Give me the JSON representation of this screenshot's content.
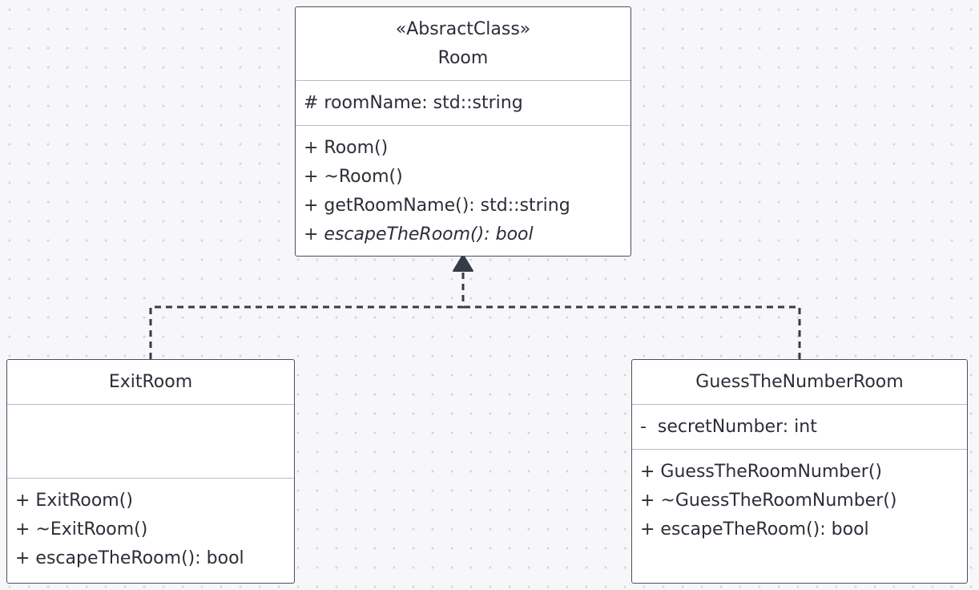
{
  "diagram": {
    "classes": [
      {
        "id": "room",
        "stereotype": "«AbsractClass»",
        "name": "Room",
        "attributes": [
          "# roomName: std::string"
        ],
        "operations": [
          {
            "text": "+ Room()",
            "italic": false
          },
          {
            "text": "+ ~Room()",
            "italic": false
          },
          {
            "text": "+ getRoomName(): std::string",
            "italic": false
          },
          {
            "text": "+ escapeTheRoom(): bool",
            "italic": true
          }
        ]
      },
      {
        "id": "exitroom",
        "name": "ExitRoom",
        "attributes": [],
        "operations": [
          {
            "text": "+ ExitRoom()",
            "italic": false
          },
          {
            "text": "+ ~ExitRoom()",
            "italic": false
          },
          {
            "text": "+ escapeTheRoom(): bool",
            "italic": false
          }
        ]
      },
      {
        "id": "guessroom",
        "name": "GuessTheNumberRoom",
        "attributes": [
          "-  secretNumber: int"
        ],
        "operations": [
          {
            "text": "+ GuessTheRoomNumber()",
            "italic": false
          },
          {
            "text": "+ ~GuessTheRoomNumber()",
            "italic": false
          },
          {
            "text": "+ escapeTheRoom(): bool",
            "italic": false
          }
        ]
      }
    ],
    "relationships": [
      {
        "type": "realization",
        "from": "ExitRoom",
        "to": "Room",
        "line_style": "dashed"
      },
      {
        "type": "realization",
        "from": "GuessTheNumberRoom",
        "to": "Room",
        "line_style": "dashed"
      }
    ],
    "colors": {
      "background": "#f7f7fa",
      "grid_dot": "#d4d5db",
      "box_fill": "#ffffff",
      "box_border": "#4b4f5c",
      "divider": "#b9bcc6",
      "text": "#2b2e38",
      "connector": "#373a48"
    }
  }
}
